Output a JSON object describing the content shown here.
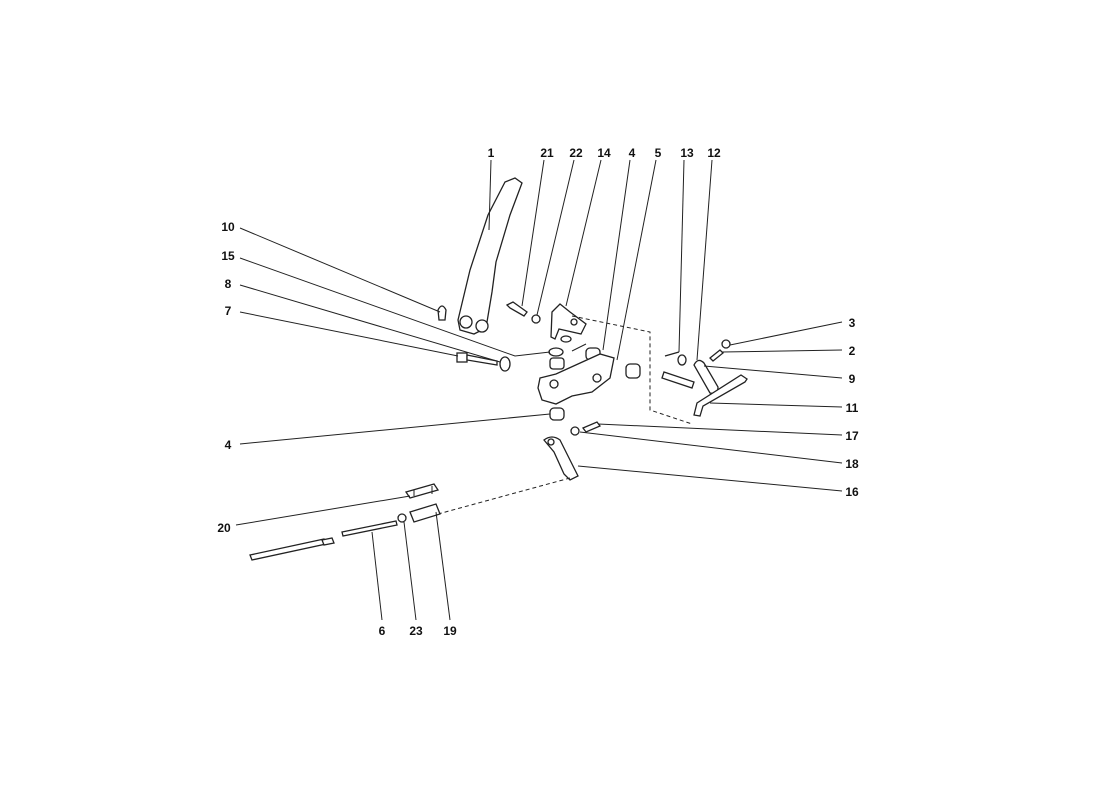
{
  "diagram": {
    "type": "exploded-parts-diagram",
    "callouts": [
      {
        "id": "c1",
        "label": "1"
      },
      {
        "id": "c21",
        "label": "21"
      },
      {
        "id": "c22",
        "label": "22"
      },
      {
        "id": "c14",
        "label": "14"
      },
      {
        "id": "c4a",
        "label": "4"
      },
      {
        "id": "c5",
        "label": "5"
      },
      {
        "id": "c13",
        "label": "13"
      },
      {
        "id": "c12",
        "label": "12"
      },
      {
        "id": "c10",
        "label": "10"
      },
      {
        "id": "c15",
        "label": "15"
      },
      {
        "id": "c8",
        "label": "8"
      },
      {
        "id": "c7",
        "label": "7"
      },
      {
        "id": "c4b",
        "label": "4"
      },
      {
        "id": "c20",
        "label": "20"
      },
      {
        "id": "c3",
        "label": "3"
      },
      {
        "id": "c2",
        "label": "2"
      },
      {
        "id": "c9",
        "label": "9"
      },
      {
        "id": "c11",
        "label": "11"
      },
      {
        "id": "c17",
        "label": "17"
      },
      {
        "id": "c18",
        "label": "18"
      },
      {
        "id": "c16",
        "label": "16"
      },
      {
        "id": "c6",
        "label": "6"
      },
      {
        "id": "c23",
        "label": "23"
      },
      {
        "id": "c19",
        "label": "19"
      }
    ]
  }
}
